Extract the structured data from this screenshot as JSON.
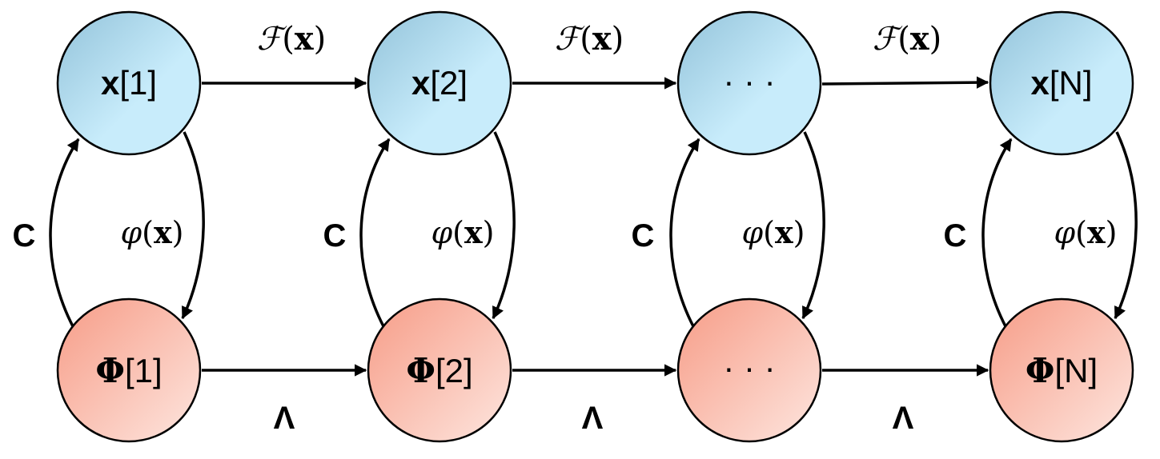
{
  "nodes": {
    "top": [
      {
        "symbol": "x",
        "index": "[1]"
      },
      {
        "symbol": "x",
        "index": "[2]"
      },
      {
        "symbol": "",
        "index": "· · ·"
      },
      {
        "symbol": "x",
        "index": "[N]"
      }
    ],
    "bottom": [
      {
        "symbol": "Φ",
        "index": "[1]"
      },
      {
        "symbol": "Φ",
        "index": "[2]"
      },
      {
        "symbol": "",
        "index": "· · ·"
      },
      {
        "symbol": "Φ",
        "index": "[N]"
      }
    ]
  },
  "edges": {
    "top_transition": {
      "func": "ℱ",
      "open": "(",
      "arg": "x",
      "close": ")"
    },
    "bottom_transition": "Λ",
    "up_map": "C",
    "down_map": {
      "func": "φ",
      "open": "(",
      "arg": "x",
      "close": ")"
    }
  },
  "colors": {
    "top_fill_light": "#c8ecfb",
    "top_fill_dark": "#93c3da",
    "bottom_fill_light": "#fde6df",
    "bottom_fill_dark": "#f79c87",
    "stroke": "#000000"
  }
}
